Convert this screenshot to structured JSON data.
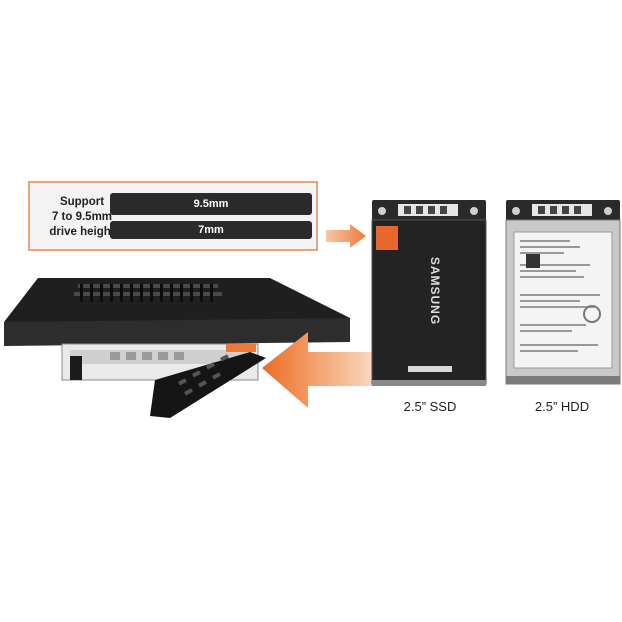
{
  "callout": {
    "text_line1": "Support",
    "text_line2": "7 to 9.5mm",
    "text_line3": "drive height",
    "drive_thick_label": "9.5mm",
    "drive_thin_label": "7mm"
  },
  "ssd": {
    "brand": "SAMSUNG",
    "caption": "2.5” SSD"
  },
  "hdd": {
    "caption": "2.5” HDD"
  },
  "colors": {
    "accent_orange": "#ee7a3a",
    "callout_border": "#e9a47c",
    "chassis": "#1e1e1e"
  }
}
